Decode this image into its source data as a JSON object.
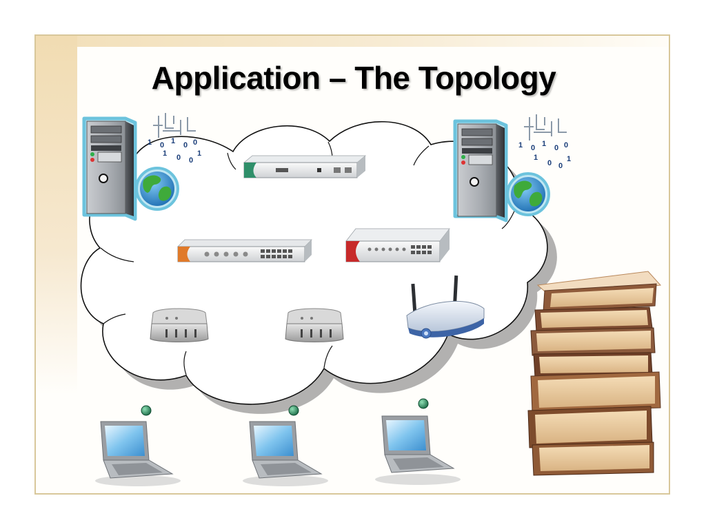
{
  "slide": {
    "title": "Application – The Topology"
  },
  "diagram": {
    "nodes": [
      {
        "name": "server-left",
        "icon": "server-globe-icon"
      },
      {
        "name": "server-right",
        "icon": "server-globe-icon"
      },
      {
        "name": "rack-device-top",
        "icon": "rack-appliance-icon"
      },
      {
        "name": "rack-switch-left",
        "icon": "rack-switch-icon"
      },
      {
        "name": "rack-switch-right",
        "icon": "rack-switch-icon"
      },
      {
        "name": "modem-left",
        "icon": "modem-icon"
      },
      {
        "name": "modem-center",
        "icon": "modem-icon"
      },
      {
        "name": "wireless-router",
        "icon": "wireless-router-icon"
      },
      {
        "name": "laptop-1",
        "icon": "laptop-icon"
      },
      {
        "name": "laptop-2",
        "icon": "laptop-icon"
      },
      {
        "name": "laptop-3",
        "icon": "laptop-icon"
      }
    ],
    "cloud": {
      "icon": "network-cloud-icon"
    },
    "decoration": {
      "icon": "book-stack-icon"
    }
  }
}
